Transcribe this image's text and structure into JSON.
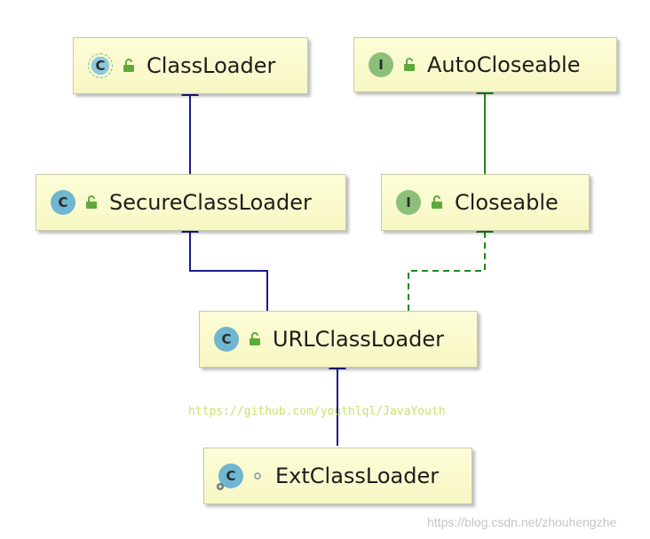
{
  "nodes": {
    "classloader": {
      "name": "ClassLoader",
      "kind": "abstract-class",
      "kind_letter": "C"
    },
    "autocloseable": {
      "name": "AutoCloseable",
      "kind": "interface",
      "kind_letter": "I"
    },
    "secureclassloader": {
      "name": "SecureClassLoader",
      "kind": "class",
      "kind_letter": "C"
    },
    "closeable": {
      "name": "Closeable",
      "kind": "interface",
      "kind_letter": "I"
    },
    "urlclassloader": {
      "name": "URLClassLoader",
      "kind": "class",
      "kind_letter": "C"
    },
    "extclassloader": {
      "name": "ExtClassLoader",
      "kind": "static-nested-class",
      "kind_letter": "C"
    }
  },
  "edges": [
    {
      "from": "secureclassloader",
      "to": "classloader",
      "type": "extends"
    },
    {
      "from": "closeable",
      "to": "autocloseable",
      "type": "extends"
    },
    {
      "from": "urlclassloader",
      "to": "secureclassloader",
      "type": "extends"
    },
    {
      "from": "urlclassloader",
      "to": "closeable",
      "type": "implements"
    },
    {
      "from": "extclassloader",
      "to": "urlclassloader",
      "type": "extends"
    }
  ],
  "watermark": "https://github.com/youthlql/JavaYouth",
  "credit": "https://blog.csdn.net/zhouhengzhe",
  "colors": {
    "extends_edge": "#1a1a8c",
    "implements_edge": "#1d8a1d",
    "class_icon": "#6fb6d0",
    "interface_icon": "#8cc078",
    "node_fill": "#f7f7c4"
  }
}
